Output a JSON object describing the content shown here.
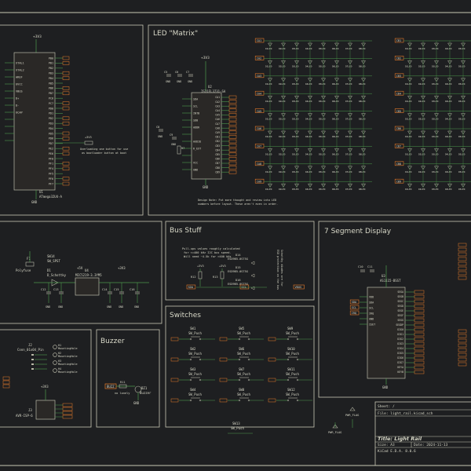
{
  "sheet": {
    "colors": {
      "background": "#1e1f21",
      "frame": "#c8c8b4",
      "wire": "#4c9a4c",
      "symbol": "#b9b9a8",
      "body": "#2a2826",
      "label": "#e87c2a",
      "text": "#d8d8c8",
      "ref": "#c9c9b8"
    }
  },
  "sections": {
    "led_matrix": "LED \"Matrix\"",
    "bus": "Bus Stuff",
    "seven_seg": "7 Segment Display",
    "switches": "Switches",
    "buzzer": "Buzzer"
  },
  "mcu": {
    "ref": "U1",
    "value": "ATmega32U4-A",
    "note": [
      "Overloading one button for use",
      "as bootloader button at boot"
    ],
    "left_pins": [
      "XTAL1",
      "XTAL2",
      "AREF",
      "UVCC",
      "VBUS",
      "D+",
      "D-",
      "UCAP",
      "",
      "",
      "",
      ""
    ],
    "right_pins": [
      "PB0",
      "PB1",
      "PB2",
      "PB3",
      "PB4",
      "PB5",
      "PB6",
      "PB7",
      "PC6",
      "PC7",
      "PD0",
      "PD1",
      "PD2",
      "PD3",
      "PD4",
      "PD5",
      "PD6",
      "PD7",
      "PE2",
      "PE6",
      "PF0",
      "PF1",
      "PF4",
      "PF5",
      "PF6",
      "PF7"
    ]
  },
  "led_driver": {
    "ref": "U2",
    "value": "IS31FL3731-SA",
    "pins": [
      "SDA",
      "SCL",
      "INTB",
      "SDB",
      "ADDR",
      "",
      "AUDIO",
      "R_EXT",
      "",
      "VCC",
      "GND"
    ],
    "ca_pins": [
      "CA1",
      "CA2",
      "CA3",
      "CA4",
      "CA5",
      "CA6",
      "CA7",
      "CA8",
      "CA9",
      "CB1",
      "CB2",
      "CB3",
      "CB4",
      "CB5",
      "CB6",
      "CB7",
      "CB8",
      "CB9"
    ],
    "caps": [
      "C5",
      "C6",
      "C7",
      "C8",
      "C9"
    ],
    "resistor": "R7",
    "note": [
      "Design Note: Put more thought and review into LED",
      "numbers before layout. These aren't even in order."
    ],
    "row_labels": [
      "CA1",
      "CA2",
      "CA3",
      "CA4",
      "CA5",
      "CA6",
      "CA7",
      "CA8",
      "CA9"
    ],
    "row_labels_right": [
      "CB1",
      "CB2",
      "CB3",
      "CB4",
      "CB5",
      "CB6",
      "CB7",
      "CB8",
      "CB9"
    ],
    "led_names": [
      "D1LED",
      "D2LED",
      "D3LED",
      "D4LED",
      "D5LED",
      "D6LED",
      "D7LED",
      "D8LED"
    ]
  },
  "power": {
    "fuse": "F1",
    "fuse_value": "Polyfuse",
    "diode": "D1",
    "diode_value": "D_Schottky",
    "switch": "SW14",
    "switch_value": "SW_SPST",
    "reg": "U4",
    "reg_value": "MIC5219-3.3YM5",
    "caps": [
      "C12",
      "C13",
      "C14",
      "C15",
      "C16"
    ],
    "rails": [
      "+5V",
      "+3V3"
    ]
  },
  "bus": {
    "note": [
      "Pull-ups values roughly calculated",
      "for <=400 kHz I2C bus speed.",
      "Will need ~4.5k for >400 kHz"
    ],
    "esd": [
      "D14",
      "D15",
      "D16"
    ],
    "esd_value": "ESD9B5.0ST5G",
    "resistors": [
      "R12",
      "R13"
    ],
    "signals": [
      "SDA",
      "SCL",
      "VBUS"
    ],
    "side_note": [
      "Schottky diodes are for",
      "ESD protection on the bus"
    ]
  },
  "seven_seg": {
    "ref": "U3",
    "value": "AS1115-BSST",
    "caps": [
      "C10",
      "C11"
    ],
    "left_pins": [
      "VDD",
      "SDA",
      "SCL",
      "IRQ",
      "GND",
      "ISET"
    ],
    "right_pins": [
      "SEGA",
      "SEGB",
      "SEGC",
      "SEGD",
      "SEGE",
      "SEGF",
      "SEGG",
      "SEGDP",
      "DIG0",
      "DIG1",
      "DIG2",
      "DIG3",
      "DIG4",
      "DIG5",
      "DIG6",
      "DIG7",
      "KEYA",
      "KEYB"
    ]
  },
  "switches": {
    "items": [
      {
        "ref": "SW1",
        "value": "SW_Push"
      },
      {
        "ref": "SW5",
        "value": "SW_Push"
      },
      {
        "ref": "SW9",
        "value": "SW_Push"
      },
      {
        "ref": "SW2",
        "value": "SW_Push"
      },
      {
        "ref": "SW6",
        "value": "SW_Push"
      },
      {
        "ref": "SW10",
        "value": "SW_Push"
      },
      {
        "ref": "SW3",
        "value": "SW_Push"
      },
      {
        "ref": "SW7",
        "value": "SW_Push"
      },
      {
        "ref": "SW11",
        "value": "SW_Push"
      },
      {
        "ref": "SW4",
        "value": "SW_Push"
      },
      {
        "ref": "SW8",
        "value": "SW_Push"
      },
      {
        "ref": "SW12",
        "value": "SW_Push"
      }
    ],
    "extra": {
      "ref": "SW13",
      "value": "SW_Push"
    }
  },
  "connectors": {
    "j2_ref": "J2",
    "j2_value": "Conn_01x04_Pin",
    "holes": [
      "MountingHole",
      "MountingHole",
      "MountingHole",
      "MountingHole"
    ],
    "hole_refs": [
      "H1",
      "H2",
      "H3",
      "H4"
    ],
    "isp_ref": "J3",
    "isp_value": "AVR-ISP-6"
  },
  "buzzer": {
    "ref": "BZ1",
    "value": "Buzzer",
    "label": "BUZZ",
    "r_ref": "R11",
    "r_value": "no lonely"
  },
  "flags": {
    "a": "PWR_FLAG",
    "b": "PWR_FLAG"
  },
  "title_block": {
    "sheet": "Sheet: /",
    "file": "File: light_rail.kicad_sch",
    "title": "Title: Light Rail",
    "size": "Size: A3",
    "date": "Date: 2024-11-13",
    "tool": "KiCad E.D.A. 8.0.6"
  }
}
